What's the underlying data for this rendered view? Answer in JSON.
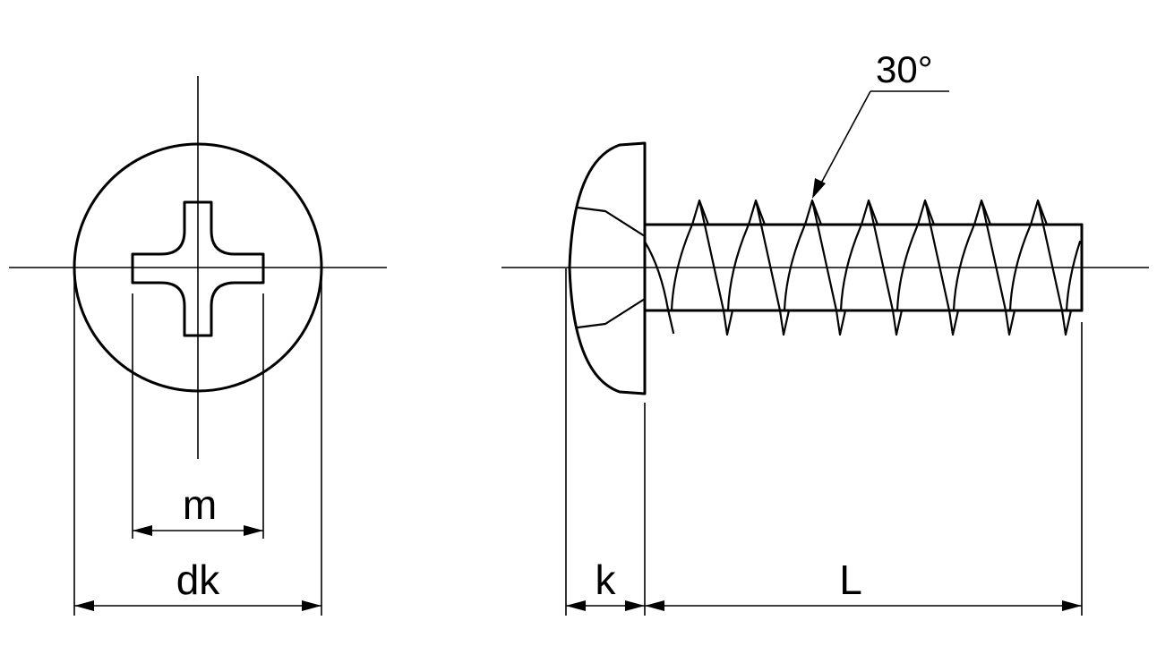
{
  "labels": {
    "m": "m",
    "dk": "dk",
    "k": "k",
    "L": "L",
    "angle": "30°"
  }
}
